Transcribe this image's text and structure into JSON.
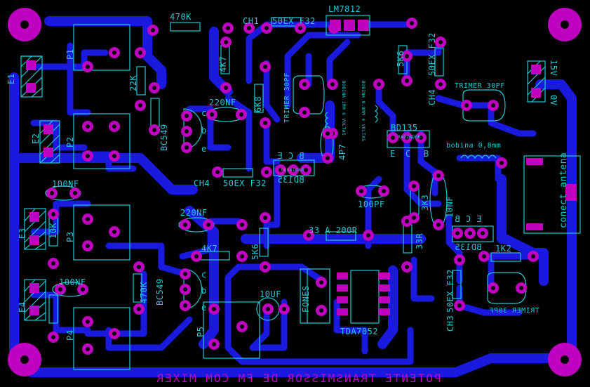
{
  "board": {
    "title": "POTENTE TRANSMISSOR DE FM COM MIXER",
    "colors": {
      "background": "#000000",
      "trace": "#1a1adf",
      "pad": "#c000c0",
      "silkscreen": "#1fc8d6"
    }
  },
  "labels": {
    "r470k": "470K",
    "ch1": "CH1",
    "ex50_top": "50EX F32",
    "lm7812": "LM7812",
    "e1": "E1",
    "p1": "P1",
    "r22k": "22K",
    "r4k7_top": "4K7",
    "bc549_top": "BC549",
    "pin_c": "c",
    "pin_b": "b",
    "pin_e": "e",
    "c220nf_top": "220NF",
    "r6k8": "6K8",
    "trimer_a": "TRIMER 30PF",
    "bobina_a": "BOBINA 1MM 6 VOLTAS",
    "bobina_b": "BOBINA 0.8MM 4 VOLTAS",
    "r5k6_top": "5K6",
    "ex50_right": "50EX F32",
    "ch4_right": "CH4",
    "trimer_b": "TRIMER 30PF",
    "v15": "15V",
    "v0": "0V",
    "bd135_a": "BD135",
    "radiador": "RADIADOR",
    "pin_E": "E",
    "pin_C": "C",
    "pin_B": "B",
    "c4p7": "4P7",
    "bobina_c": "bobina 0,8mm",
    "e2": "E2",
    "p2": "P2",
    "ch4_left": "CH4",
    "ex50_mid": "50EX F32",
    "bd135_b": "BD135",
    "conect": "conect antena",
    "c100nf_a": "100NF",
    "c100pf": "100PF",
    "r3k3": "3K3",
    "c10nf": "10NF",
    "e3": "E3",
    "r10k": "10K",
    "p3": "P3",
    "c220nf_mid": "220NF",
    "r33a": "33 A 200R",
    "r33": "33R",
    "bd135_c": "BD135",
    "r1k2": "1K2",
    "r4k7_mid": "4K7",
    "r5k6_mid": "5K6",
    "c100nf_b": "100NF",
    "e4": "E4",
    "bc549_bot": "BC549",
    "r470k_bot": "470K",
    "fones": "FONES",
    "c10uf": "10UF",
    "ch3": "CH3",
    "ex50_bot": "50EX F32",
    "trimer_c": "TRIMER 30PF",
    "p4": "P4",
    "p5": "P5",
    "tda": "TDA7052"
  }
}
